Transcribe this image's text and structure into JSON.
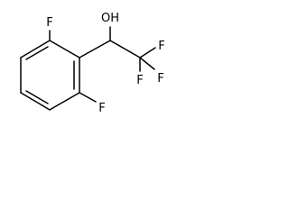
{
  "molecule": {
    "atom_labels": {
      "hydroxyl": "OH",
      "fluorine_ring_top": "F",
      "fluorine_ring_bottom": "F",
      "fluorine_cf3_upper": "F",
      "fluorine_cf3_right": "F",
      "fluorine_cf3_lower": "F"
    }
  }
}
